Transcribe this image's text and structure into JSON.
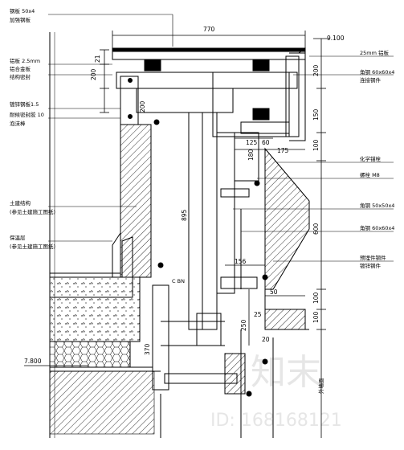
{
  "dimensions": {
    "top_width": "770",
    "level_top": "9.100",
    "level_bottom": "7.800",
    "d_21": "21",
    "d_200_left": "200",
    "d_200_left2": "200",
    "d_200_right": "200",
    "d_150": "150",
    "d_100_a": "100",
    "d_125": "125",
    "d_60": "60",
    "d_175": "175",
    "d_180": "180",
    "d_895": "895",
    "d_600": "600",
    "d_156": "156",
    "d_25": "25",
    "d_50": "50",
    "d_250": "250",
    "d_100_b": "100",
    "d_100_c": "100",
    "d_370": "370",
    "d_20": "20"
  },
  "labels": {
    "steel_plate": "钢板 50x4",
    "steel_plate_sub": "加强钢板",
    "aluminum_plate": "铝板 2.5mm",
    "aluminum_sub1": "铝合金板",
    "aluminum_sub2": "结构密封",
    "galv_plate": "镀锌钢板1.5",
    "sealant": "耐候密封胶 10",
    "sealant_sub": "泡沫棒",
    "structure_left": "土建结构",
    "structure_left_sub": "(参见土建施工图纸)",
    "insulation": "保温层",
    "insulation_sub": "(参见土建施工图纸)",
    "top_right_25mm": "25mm 铝板",
    "angle_60": "角钢 60x60x4",
    "angle_60_sub": "连接钢件",
    "embed_note": "化学锚栓",
    "bolt_m8": "螺栓 M8",
    "angle_50": "角钢 50x50x4",
    "angle_60b": "角钢 60x60x4",
    "anchor_right": "预埋件钢件",
    "anchor_right_sub": "镀锌钢件",
    "vertical_right": "外墙面",
    "cbn": "C BN"
  },
  "watermark": {
    "logo": "知末",
    "id_text": "ID: 168168121"
  },
  "colors": {
    "line": "#000000",
    "hatch": "#000000",
    "watermark": "#e0e0e0"
  }
}
